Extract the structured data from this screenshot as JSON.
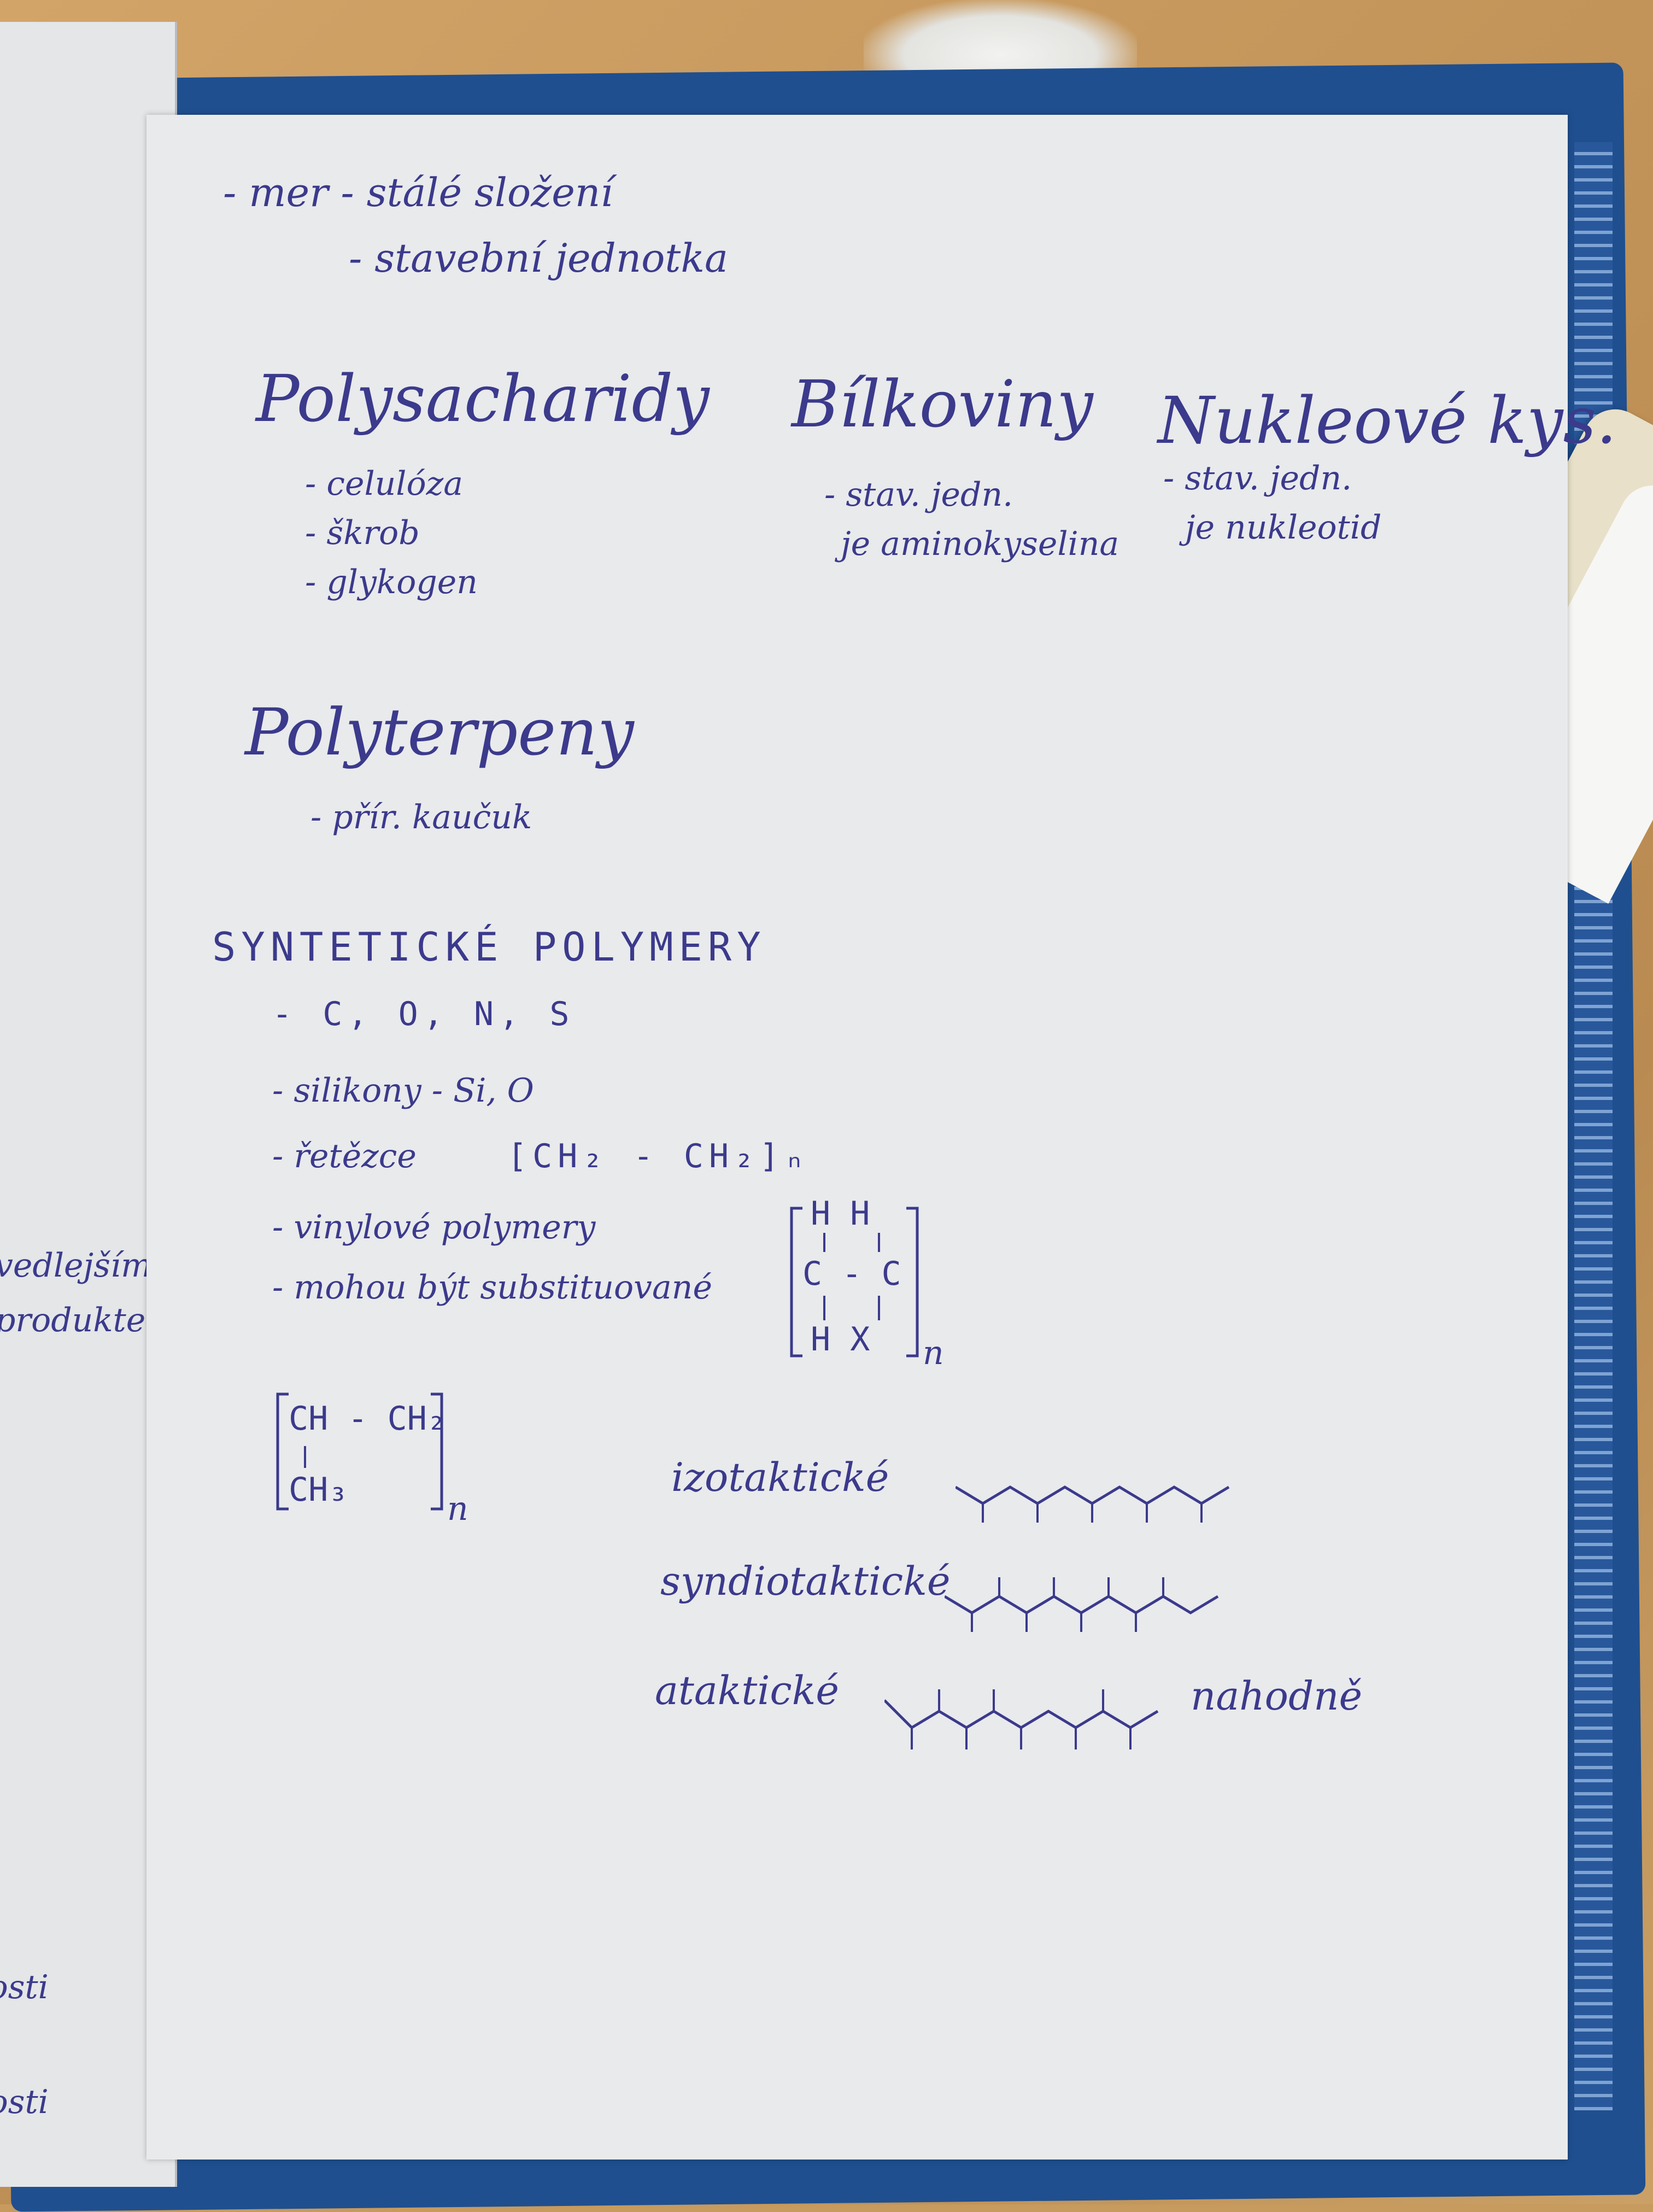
{
  "top_notes": {
    "line1": "- mer - stálé složení",
    "line2": "- stavební jednotka"
  },
  "natural_polymers": [
    {
      "title": "Polysacharidy",
      "items": [
        "- celulóza",
        "- škrob",
        "- glykogen"
      ]
    },
    {
      "title": "Bílkoviny",
      "items": [
        "- stav. jedn.",
        "je aminokyselina"
      ]
    },
    {
      "title": "Nukleové kys.",
      "items": [
        "- stav. jedn.",
        "je nukleotid"
      ]
    },
    {
      "title": "Polyterpeny",
      "items": [
        "- přír. kaučuk"
      ]
    }
  ],
  "synthetic": {
    "heading": "SYNTETICKÉ POLYMERY",
    "items": [
      "- C, O, N, S",
      "- silikony - Si, O",
      "- řetězce",
      "- vinylové polymery",
      "- mohou být substituované"
    ],
    "chain_formula": "[CH₂ - CH₂]ₙ",
    "silicone_formula": "Si, O",
    "vinyl_unit": {
      "top": "H   H",
      "mid": "C - C",
      "bottom": "H   X",
      "sub": "n"
    },
    "propylene_unit": {
      "top": "CH - CH₂",
      "bottom": "CH₃",
      "sub": "n"
    }
  },
  "tacticity": [
    {
      "label": "izotaktické",
      "pattern": "isotactic"
    },
    {
      "label": "syndiotaktické",
      "pattern": "syndiotactic"
    },
    {
      "label": "ataktické",
      "pattern": "atactic",
      "note": "nahodně"
    }
  ],
  "left_page_margin": [
    "vedlejším",
    "produktem",
    "nosti",
    "nosti"
  ]
}
